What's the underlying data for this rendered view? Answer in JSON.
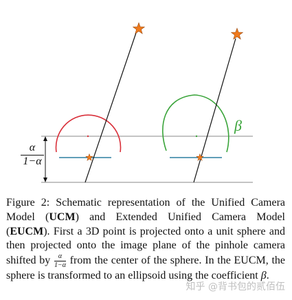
{
  "figure": {
    "alpha_fraction": {
      "numerator": "α",
      "denominator": "1−α"
    },
    "beta_label": "β",
    "colors": {
      "ucm_arc": "#d9303a",
      "eucm_arc": "#3aa43a",
      "star": "#f07a1c",
      "image_plane": "#2b7fa0",
      "lines": "#111111",
      "grid_line": "#888888"
    }
  },
  "caption": {
    "label": "Figure 2:",
    "t1": "Schematic representation of the Unified Camera Model (",
    "ucm": "UCM",
    "t2": ") and Extended Unified Camera Model (",
    "eucm": "EUCM",
    "t3": "). First a 3D point is projected onto a unit sphere and then projected onto the image plane of the pinhole camera shifted by",
    "frac_num": "α",
    "frac_den": "1−α",
    "t4": "from the center of the sphere. In the EUCM, the sphere is transformed to an ellipsoid using the coefficient",
    "beta": "β",
    "t5": "."
  },
  "watermark": "知乎 @背书包的贰佰伍"
}
